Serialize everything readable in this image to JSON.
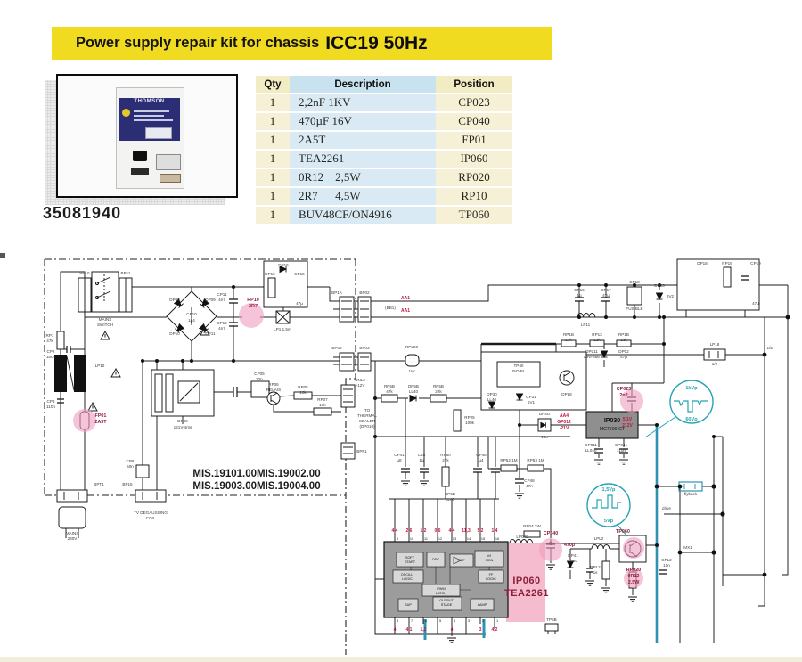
{
  "banner": {
    "prefix": "Power supply repair kit for chassis",
    "model": "ICC19 50Hz",
    "bg": "#F0DB21"
  },
  "photo": {
    "brand": "THOMSON",
    "part_number": "35081940"
  },
  "table": {
    "headers": [
      "Qty",
      "Description",
      "Position"
    ],
    "rows": [
      [
        "1",
        "2,2nF 1KV",
        "CP023"
      ],
      [
        "1",
        "470µF 16V",
        "CP040"
      ],
      [
        "1",
        "2A5T",
        "FP01"
      ],
      [
        "1",
        "TEA2261",
        "IP060"
      ],
      [
        "1",
        "0R12    2,5W",
        "RP020"
      ],
      [
        "1",
        "2R7      4,5W",
        "RP10"
      ],
      [
        "1",
        "BUV48CF/ON4916",
        "TP060"
      ]
    ]
  },
  "schematic": {
    "colors": {
      "highlight_pink": "#F09CBE",
      "ip060_pink": "#F4B7CB",
      "teal": "#21A4B4",
      "trace_blue": "#2f93b0",
      "red_annotation": "#C0163C",
      "dark_red": "#8E1F3A",
      "ic_gray": "#9c9c9c",
      "banner_yellow": "#F0DB21"
    },
    "labels": [
      [
        95,
        308,
        "BP10",
        "g"
      ],
      [
        141,
        308,
        "BP11",
        "g"
      ],
      [
        118,
        360,
        "MAINS",
        "g"
      ],
      [
        118,
        366,
        "SWITCH",
        "g"
      ],
      [
        196,
        338,
        "DP08",
        "g"
      ],
      [
        236,
        338,
        "DP09",
        "g"
      ],
      [
        196,
        376,
        "DP10",
        "g"
      ],
      [
        236,
        376,
        "DP11",
        "g"
      ],
      [
        215,
        354,
        "CP10",
        "g"
      ],
      [
        215,
        361,
        "1µ4",
        "g"
      ],
      [
        249,
        332,
        "CP11",
        "g"
      ],
      [
        249,
        338,
        "4n7",
        "g"
      ],
      [
        249,
        364,
        "CP12",
        "g"
      ],
      [
        249,
        370,
        "4n7",
        "g"
      ],
      [
        284,
        338,
        "RP10",
        "dr"
      ],
      [
        284,
        345,
        "2R7",
        "dr"
      ],
      [
        317,
        371,
        "LP1 1,5m",
        "g"
      ],
      [
        318,
        299,
        "DP16",
        "g"
      ],
      [
        303,
        309,
        "RP16",
        "g"
      ],
      [
        336,
        309,
        "CP15",
        "g"
      ],
      [
        336,
        342,
        "47µ",
        "g"
      ],
      [
        56,
        378,
        "RP1",
        "g"
      ],
      [
        56,
        384,
        "47k",
        "g"
      ],
      [
        57,
        396,
        "CP2",
        "g"
      ],
      [
        57,
        402,
        "150n",
        "g"
      ],
      [
        112,
        412,
        "LP10",
        "g"
      ],
      [
        57,
        452,
        "CP8",
        "g"
      ],
      [
        57,
        458,
        "110n",
        "g"
      ],
      [
        113,
        468,
        "FP01",
        "dr"
      ],
      [
        113,
        475,
        "2A5T",
        "dr"
      ],
      [
        111,
        545,
        "BPT1",
        "g"
      ],
      [
        81,
        600,
        "MAINS",
        "g"
      ],
      [
        81,
        606,
        "230V",
        "g"
      ],
      [
        143,
        545,
        "BP15",
        "g"
      ],
      [
        169,
        577,
        "TV DEGAUSSING",
        "g"
      ],
      [
        169,
        583,
        "COIL",
        "g"
      ],
      [
        146,
        519,
        "CP6",
        "g"
      ],
      [
        146,
        525,
        "50n",
        "g"
      ],
      [
        205,
        474,
        "DP06",
        "g"
      ],
      [
        205,
        481,
        "121V-4ms",
        "g"
      ],
      [
        291,
        421,
        "CP05",
        "g"
      ],
      [
        291,
        427,
        "22n",
        "g"
      ],
      [
        307,
        433,
        "RP06",
        "g"
      ],
      [
        307,
        439,
        "RELAIS",
        "g"
      ],
      [
        340,
        436,
        "RP05",
        "g"
      ],
      [
        340,
        442,
        "10k",
        "g"
      ],
      [
        362,
        450,
        "RP07",
        "g"
      ],
      [
        362,
        456,
        "10k",
        "g"
      ],
      [
        404,
        428,
        "CNL2",
        "g"
      ],
      [
        404,
        434,
        "+12V",
        "g"
      ],
      [
        412,
        462,
        "TO",
        "g"
      ],
      [
        412,
        468,
        "THERMAL",
        "g"
      ],
      [
        412,
        474,
        "SEALER",
        "g"
      ],
      [
        412,
        480,
        "(DP010)",
        "g"
      ],
      [
        406,
        508,
        "BPF1",
        "g"
      ],
      [
        378,
        330,
        "BP1A",
        "g"
      ],
      [
        409,
        330,
        "BP02",
        "g"
      ],
      [
        455,
        336,
        "AA1",
        "r"
      ],
      [
        455,
        350,
        "AA1",
        "r"
      ],
      [
        438,
        347,
        "(BB1)",
        "g"
      ],
      [
        378,
        392,
        "BP06",
        "g"
      ],
      [
        409,
        392,
        "BP03",
        "g"
      ],
      [
        462,
        391,
        "RPL20",
        "g"
      ],
      [
        462,
        418,
        "1W",
        "g"
      ],
      [
        288,
        535,
        "MIS.19101.00MIS.19002.00",
        "mis",
        "s"
      ],
      [
        288,
        549,
        "MIS.19003.00MIS.19004.00",
        "mis",
        "s"
      ],
      [
        650,
        327,
        "CP16",
        "g"
      ],
      [
        650,
        333,
        "1µ",
        "g"
      ],
      [
        680,
        327,
        "CP17",
        "g"
      ],
      [
        680,
        333,
        "47µ",
        "g"
      ],
      [
        712,
        318,
        "CP18",
        "g"
      ],
      [
        712,
        348,
        "FUSIBLE",
        "g"
      ],
      [
        740,
        322,
        "DP05",
        "g"
      ],
      [
        752,
        334,
        "8V2",
        "g"
      ],
      [
        788,
        297,
        "DP18",
        "g"
      ],
      [
        816,
        297,
        "RP19",
        "g"
      ],
      [
        848,
        297,
        "CP19",
        "g"
      ],
      [
        848,
        342,
        "47µ",
        "g"
      ],
      [
        657,
        366,
        "LP11",
        "g"
      ],
      [
        638,
        377,
        "RP1B",
        "g"
      ],
      [
        638,
        383,
        "13k",
        "g"
      ],
      [
        670,
        377,
        "RP13",
        "g"
      ],
      [
        670,
        383,
        "12k",
        "g"
      ],
      [
        700,
        377,
        "RP1B",
        "g"
      ],
      [
        700,
        383,
        "13k",
        "g"
      ],
      [
        664,
        396,
        "DPL11",
        "g"
      ],
      [
        664,
        402,
        "MRF866",
        "g"
      ],
      [
        700,
        396,
        "DP02",
        "g"
      ],
      [
        700,
        402,
        "47µ",
        "g"
      ],
      [
        802,
        388,
        "LP18",
        "g"
      ],
      [
        802,
        410,
        "1/2",
        "g"
      ],
      [
        864,
        392,
        "1/E",
        "g"
      ],
      [
        633,
        468,
        "AA4",
        "r"
      ],
      [
        633,
        475,
        "GP012",
        "r"
      ],
      [
        633,
        482,
        "-21V",
        "r"
      ],
      [
        611,
        466,
        "DP4U",
        "g"
      ],
      [
        611,
        492,
        "10a",
        "g"
      ],
      [
        687,
        474,
        "IP030",
        "reg"
      ],
      [
        687,
        483,
        "MC7500-CT",
        "reg2"
      ],
      [
        663,
        501,
        "GP011",
        "g"
      ],
      [
        663,
        507,
        "LL040",
        "g"
      ],
      [
        697,
        501,
        "CP041",
        "g"
      ],
      [
        697,
        507,
        "110n",
        "g"
      ],
      [
        700,
        438,
        "CP023",
        "dr"
      ],
      [
        700,
        445,
        "2n2",
        "dr"
      ],
      [
        704,
        472,
        "5,1V",
        "r"
      ],
      [
        704,
        479,
        "212V",
        "r"
      ],
      [
        776,
        437,
        "1kVp",
        "t"
      ],
      [
        776,
        472,
        "60Vp",
        "t"
      ],
      [
        683,
        551,
        "1,5Vp",
        "t"
      ],
      [
        683,
        586,
        "5Vp",
        "t"
      ],
      [
        437,
        435,
        "RP5B",
        "g"
      ],
      [
        437,
        441,
        "47k",
        "g"
      ],
      [
        464,
        435,
        "DP5B",
        "g"
      ],
      [
        464,
        441,
        "LL40",
        "g"
      ],
      [
        492,
        435,
        "RP5B",
        "g"
      ],
      [
        492,
        441,
        "22k",
        "g"
      ],
      [
        582,
        412,
        "TP40",
        "g"
      ],
      [
        582,
        418,
        "ISO/BL",
        "g"
      ],
      [
        636,
        444,
        "DPL8",
        "g"
      ],
      [
        552,
        444,
        "DP30",
        "g"
      ],
      [
        552,
        450,
        "LL40",
        "g"
      ],
      [
        596,
        447,
        "CP31",
        "g"
      ],
      [
        596,
        453,
        "6V1",
        "g"
      ],
      [
        527,
        470,
        "RP25",
        "g"
      ],
      [
        527,
        476,
        "100k",
        "g"
      ],
      [
        448,
        512,
        "CP41",
        "g"
      ],
      [
        448,
        518,
        "µ8",
        "g"
      ],
      [
        473,
        512,
        "C45",
        "g"
      ],
      [
        473,
        518,
        "1µ",
        "g"
      ],
      [
        500,
        512,
        "RP50",
        "g"
      ],
      [
        500,
        518,
        "27k",
        "g"
      ],
      [
        540,
        512,
        "CP46",
        "g"
      ],
      [
        540,
        518,
        "µ4",
        "g"
      ],
      [
        571,
        518,
        "RP52 1M",
        "g"
      ],
      [
        601,
        518,
        "RP53 1M",
        "g"
      ],
      [
        505,
        556,
        "RP5B",
        "g"
      ],
      [
        505,
        562,
        "LL40",
        "g"
      ],
      [
        594,
        541,
        "CP48",
        "g"
      ],
      [
        594,
        547,
        "47n",
        "g"
      ],
      [
        443,
        597,
        "4,4",
        "r"
      ],
      [
        459,
        597,
        "2,6",
        "r"
      ],
      [
        475,
        597,
        "1,2",
        "r"
      ],
      [
        491,
        597,
        "0,6",
        "r"
      ],
      [
        507,
        597,
        "4,4",
        "r"
      ],
      [
        523,
        597,
        "11,3",
        "r"
      ],
      [
        539,
        597,
        "5,2",
        "r"
      ],
      [
        555,
        597,
        "1,4",
        "r"
      ],
      [
        446,
        606,
        "9",
        "pin"
      ],
      [
        462,
        606,
        "10",
        "pin"
      ],
      [
        478,
        606,
        "11",
        "pin"
      ],
      [
        494,
        606,
        "12",
        "pin"
      ],
      [
        510,
        606,
        "13",
        "pin"
      ],
      [
        526,
        606,
        "14",
        "pin"
      ],
      [
        542,
        606,
        "15",
        "pin"
      ],
      [
        558,
        606,
        "16",
        "pin"
      ],
      [
        446,
        698,
        "8",
        "pin"
      ],
      [
        462,
        698,
        "7",
        "pin"
      ],
      [
        478,
        698,
        "6",
        "pin"
      ],
      [
        494,
        698,
        "5",
        "pin"
      ],
      [
        510,
        698,
        "4",
        "pin"
      ],
      [
        526,
        698,
        "3",
        "pin"
      ],
      [
        542,
        698,
        "2",
        "pin"
      ],
      [
        558,
        698,
        "1",
        "pin"
      ],
      [
        443,
        708,
        "4",
        "r"
      ],
      [
        459,
        708,
        "4,1",
        "r"
      ],
      [
        475,
        708,
        "1,2",
        "r"
      ],
      [
        507,
        708,
        "4",
        "r"
      ],
      [
        539,
        708,
        "3",
        "r"
      ],
      [
        555,
        708,
        "4,2",
        "r"
      ],
      [
        460,
        627,
        "SOFT",
        "ic"
      ],
      [
        460,
        632,
        "START",
        "ic"
      ],
      [
        489,
        629,
        "OSC",
        "ic"
      ],
      [
        518,
        630,
        "REF",
        "ic"
      ],
      [
        549,
        625,
        "V/I",
        "ic"
      ],
      [
        549,
        630,
        "MON",
        "ic"
      ],
      [
        457,
        646,
        "OSCILL.",
        "ic"
      ],
      [
        457,
        651,
        "LOGIC",
        "ic"
      ],
      [
        551,
        646,
        "FF",
        "ic"
      ],
      [
        551,
        651,
        "LOGIC",
        "ic"
      ],
      [
        495,
        662,
        "PWM",
        "ic"
      ],
      [
        495,
        667,
        "LATCH",
        "ic"
      ],
      [
        458,
        680,
        "SUP",
        "ic"
      ],
      [
        501,
        675,
        "OUTPUT",
        "ic"
      ],
      [
        501,
        680,
        "STAGE",
        "ic"
      ],
      [
        541,
        680,
        "LAMP",
        "ic"
      ],
      [
        591,
        655,
        "IP060",
        "big"
      ],
      [
        591,
        669,
        "TEA2261",
        "big"
      ],
      [
        618,
        600,
        "CP040",
        "dr"
      ],
      [
        639,
        613,
        "470µ",
        "dr"
      ],
      [
        586,
        604,
        "LP040",
        "g"
      ],
      [
        597,
        592,
        "RP04 2W",
        "g"
      ],
      [
        699,
        598,
        "TP060",
        "dr"
      ],
      [
        672,
        606,
        "LPL2",
        "g"
      ],
      [
        668,
        638,
        "RPL2",
        "g"
      ],
      [
        668,
        644,
        "1s",
        "g"
      ],
      [
        748,
        630,
        "CPL2",
        "g"
      ],
      [
        748,
        636,
        "10n",
        "g"
      ],
      [
        711,
        641,
        "RP020",
        "dr"
      ],
      [
        711,
        648,
        "0R12",
        "dr"
      ],
      [
        711,
        655,
        "2,5W",
        "dr"
      ],
      [
        643,
        625,
        "DP41",
        "g"
      ],
      [
        643,
        631,
        "LL40",
        "g"
      ],
      [
        619,
        697,
        "TP5B",
        "g"
      ],
      [
        775,
        556,
        "flyback",
        "g"
      ],
      [
        748,
        572,
        "drive",
        "g"
      ],
      [
        772,
        616,
        "MX1",
        "g"
      ]
    ]
  }
}
